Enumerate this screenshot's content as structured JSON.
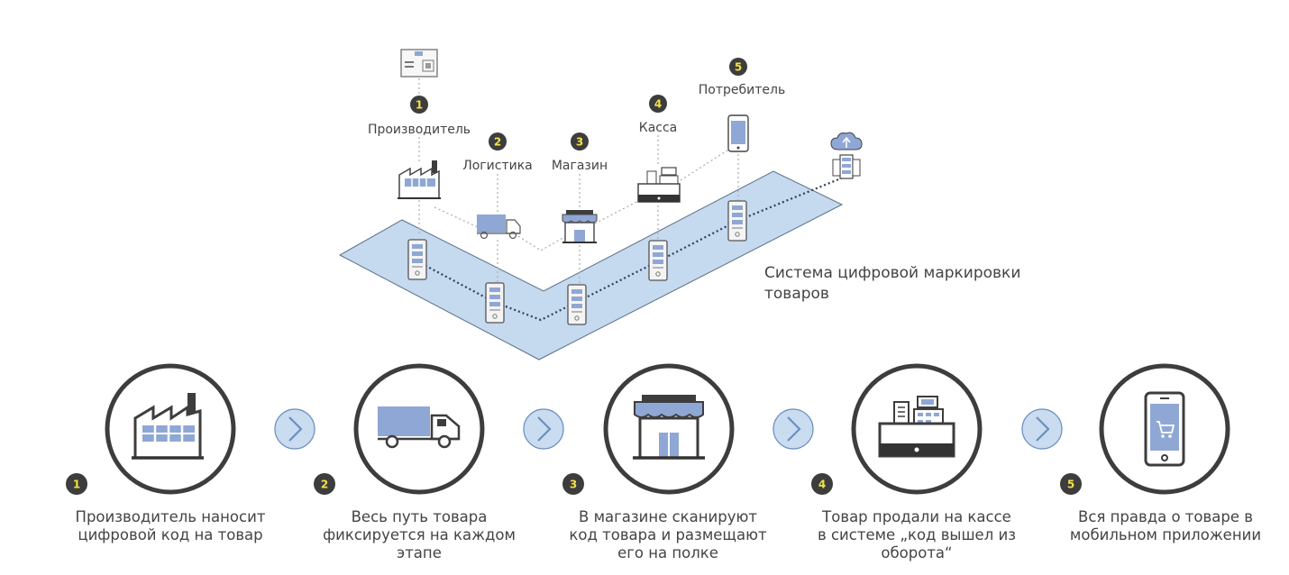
{
  "map": {
    "nodes": [
      {
        "number": "1",
        "label": "Производитель"
      },
      {
        "number": "2",
        "label": "Логистика"
      },
      {
        "number": "3",
        "label": "Магазин"
      },
      {
        "number": "4",
        "label": "Касса"
      },
      {
        "number": "5",
        "label": "Потребитель"
      }
    ],
    "system_label_line1": "Система цифровой маркировки",
    "system_label_line2": "товаров"
  },
  "steps": [
    {
      "number": "1",
      "icon": "factory-icon",
      "text": "Производитель наносит\nцифровой код на товар"
    },
    {
      "number": "2",
      "icon": "truck-icon",
      "text": "Весь путь товара\nфиксируется на каждом\nэтапе"
    },
    {
      "number": "3",
      "icon": "store-icon",
      "text": "В магазине сканируют\nкод товара и размещают\nего на полке"
    },
    {
      "number": "4",
      "icon": "cash-register-icon",
      "text": "Товар продали на кассе\nв системе „код вышел из\nоборота“"
    },
    {
      "number": "5",
      "icon": "smartphone-icon",
      "text": "Вся правда о товаре в\nмобильном приложении"
    }
  ],
  "colors": {
    "badge": "#3d3d3d",
    "badge_text": "#f2e04a",
    "band_fill": "#c5d9ef",
    "icon_blue": "#8fa7d4",
    "arrow_fill": "#c9dcf0",
    "circle_stroke": "#3d3d3d"
  }
}
